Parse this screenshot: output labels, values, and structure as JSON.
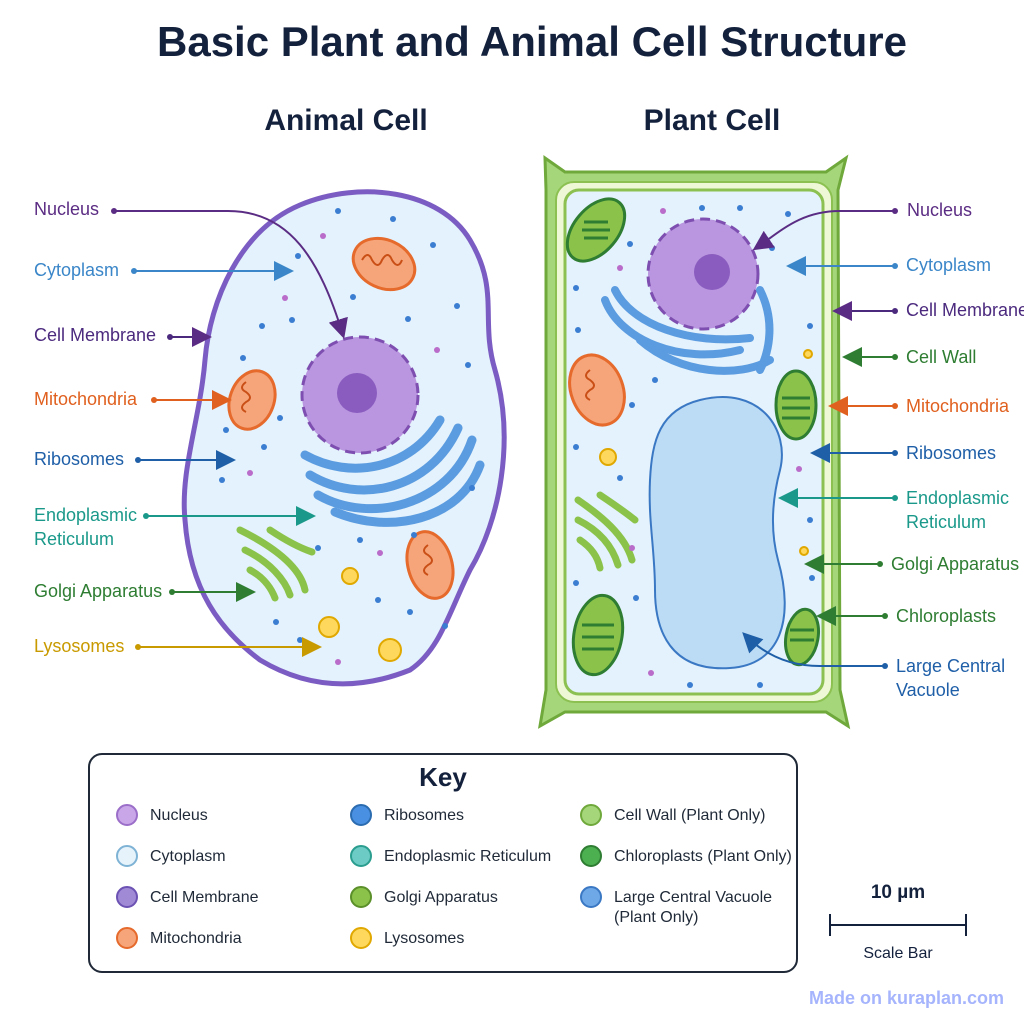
{
  "title": "Basic Plant and Animal Cell Structure",
  "animal": {
    "title": "Animal Cell",
    "labels": {
      "nucleus": "Nucleus",
      "cytoplasm": "Cytoplasm",
      "membrane": "Cell Membrane",
      "mitochondria": "Mitochondria",
      "ribosomes": "Ribosomes",
      "er_line1": "Endoplasmic",
      "er_line2": "Reticulum",
      "golgi": "Golgi Apparatus",
      "lysosomes": "Lysosomes"
    }
  },
  "plant": {
    "title": "Plant Cell",
    "labels": {
      "nucleus": "Nucleus",
      "cytoplasm": "Cytoplasm",
      "membrane": "Cell Membrane",
      "wall": "Cell Wall",
      "mitochondria": "Mitochondria",
      "ribosomes": "Ribosomes",
      "er_line1": "Endoplasmic",
      "er_line2": "Reticulum",
      "golgi": "Golgi Apparatus",
      "chloroplasts": "Chloroplasts",
      "vacuole_line1": "Large Central",
      "vacuole_line2": "Vacuole"
    }
  },
  "key": {
    "title": "Key",
    "items": [
      {
        "label": "Nucleus",
        "fill": "#c9a6e8",
        "stroke": "#9b6fc9"
      },
      {
        "label": "Cytoplasm",
        "fill": "#e6f3fb",
        "stroke": "#7fb3d5"
      },
      {
        "label": "Cell Membrane",
        "fill": "#a08ad6",
        "stroke": "#6c52b3"
      },
      {
        "label": "Mitochondria",
        "fill": "#f6a57a",
        "stroke": "#e56a2c"
      },
      {
        "label": "Ribosomes",
        "fill": "#4a90e2",
        "stroke": "#2b6cb0"
      },
      {
        "label": "Endoplasmic Reticulum",
        "fill": "#6ccbc4",
        "stroke": "#2a9d8f"
      },
      {
        "label": "Golgi Apparatus",
        "fill": "#8bc34a",
        "stroke": "#5a8f29"
      },
      {
        "label": "Lysosomes",
        "fill": "#fdd85d",
        "stroke": "#e0a800"
      },
      {
        "label": "Cell Wall (Plant Only)",
        "fill": "#a5d67a",
        "stroke": "#6fa83b"
      },
      {
        "label": "Chloroplasts (Plant Only)",
        "fill": "#4caf50",
        "stroke": "#2e7d32"
      },
      {
        "label_line1": "Large Central Vacuole",
        "label_line2": "(Plant Only)",
        "fill": "#6fa8e6",
        "stroke": "#3b78c4"
      }
    ]
  },
  "scale": {
    "value": "10 µm",
    "caption": "Scale Bar"
  },
  "watermark": "Made on kuraplan.com",
  "colors": {
    "title": "#14213d",
    "nucleus": "#5b2c83",
    "cytoplasm": "#3a86c8",
    "membrane": "#4b2a7e",
    "mitochondria": "#e0601f",
    "ribosomes": "#1f5fa8",
    "er": "#1a998a",
    "golgi": "#2e7d32",
    "lysosomes": "#c99a00",
    "wall": "#2e7d32",
    "vacuole": "#1f5fa8"
  }
}
